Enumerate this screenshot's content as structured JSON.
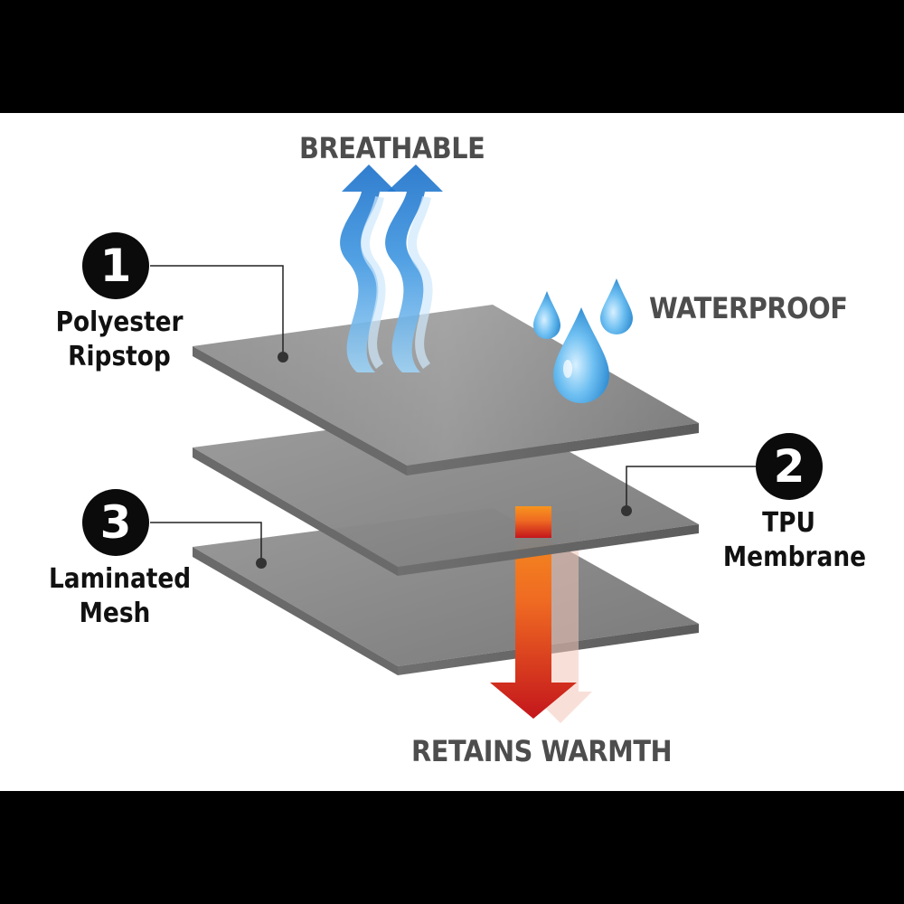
{
  "features": {
    "breathable": "BREATHABLE",
    "waterproof": "WATERPROOF",
    "retains_warmth": "RETAINS WARMTH"
  },
  "layers": [
    {
      "number": "1",
      "line1": "Polyester",
      "line2": "Ripstop"
    },
    {
      "number": "2",
      "line1": "TPU",
      "line2": "Membrane"
    },
    {
      "number": "3",
      "line1": "Laminated",
      "line2": "Mesh"
    }
  ],
  "colors": {
    "breathable_arrow": "#1e7fd6",
    "water_drop": "#2f9be6",
    "warmth_top": "#f7941d",
    "warmth_bottom": "#c4161c",
    "layer_face": "#8c8c8c",
    "badge": "#0b0b0b"
  }
}
